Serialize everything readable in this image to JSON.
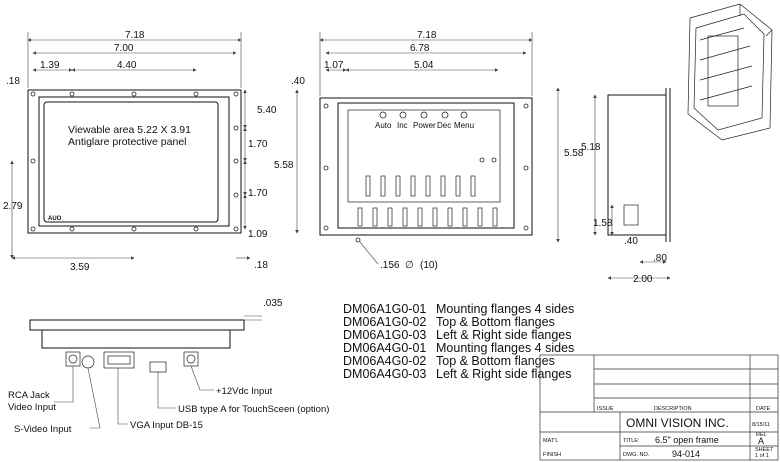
{
  "front_view": {
    "dims": {
      "overall_width": "7.18",
      "hole_span": "7.00",
      "left_offset": "1.39",
      "hole_center": "4.40",
      "edge_left": ".18",
      "right_top": "5.40",
      "pitch_a": "1.70",
      "pitch_b": "1.70",
      "bottom_pitch": "1.09",
      "height": "5.58",
      "left_height": "2.79",
      "bottom_left": "3.59",
      "bottom_right": ".18"
    },
    "viewable_line1": "Viewable area 5.22 X 3.91",
    "viewable_line2": "Antiglare protective panel",
    "brand": "AUO"
  },
  "rear_view": {
    "dims": {
      "overall_width": "7.18",
      "span": "6.78",
      "top_offset": ".40",
      "left_edge": "1.07",
      "button_span": "5.04",
      "hole_callout": ".156",
      "hole_symbol": "∅",
      "hole_count": "(10)"
    },
    "buttons": [
      "Auto",
      "Inc",
      "Power",
      "Dec",
      "Menu"
    ]
  },
  "side_view": {
    "dims": {
      "height": "5.58",
      "inner_height": "5.18",
      "low": "1.58",
      "small": ".40",
      "depth": ".80",
      "total_depth": "2.00"
    }
  },
  "bottom_view": {
    "dims": {
      "flange": ".035"
    },
    "callouts": {
      "rca": [
        "RCA Jack",
        "Video Input"
      ],
      "svideo": "S-Video Input",
      "vga": "VGA Input DB-15",
      "usb": "USB type A for TouchSceen (option)",
      "power": "+12Vdc Input"
    }
  },
  "models": [
    {
      "code": "DM06A1G0-01",
      "desc": "Mounting flanges 4 sides"
    },
    {
      "code": "DM06A1G0-02",
      "desc": "Top & Bottom flanges"
    },
    {
      "code": "DM06A1G0-03",
      "desc": "Left & Right side flanges"
    },
    {
      "code": "DM06A4G0-01",
      "desc": "Mounting flanges 4 sides"
    },
    {
      "code": "DM06A4G0-02",
      "desc": "Top & Bottom flanges"
    },
    {
      "code": "DM06A4G0-03",
      "desc": "Left & Right side flanges"
    }
  ],
  "title_block": {
    "issue_header": "ISSUE",
    "description_header": "DESCRIPTION",
    "date_header": "DATE",
    "company": "OMNI VISION INC.",
    "date": "8/15/11",
    "matl_label": "MAT'L",
    "title_label": "TITLE:",
    "title_value": "6.5\" open frame",
    "rev_label": "REL",
    "rev_value": "A",
    "finish_label": "FINISH",
    "dwg_label": "DWG. NO.",
    "dwg_value": "94-014",
    "sheet_label": "SHEET",
    "sheet_value": "1 of 1"
  }
}
